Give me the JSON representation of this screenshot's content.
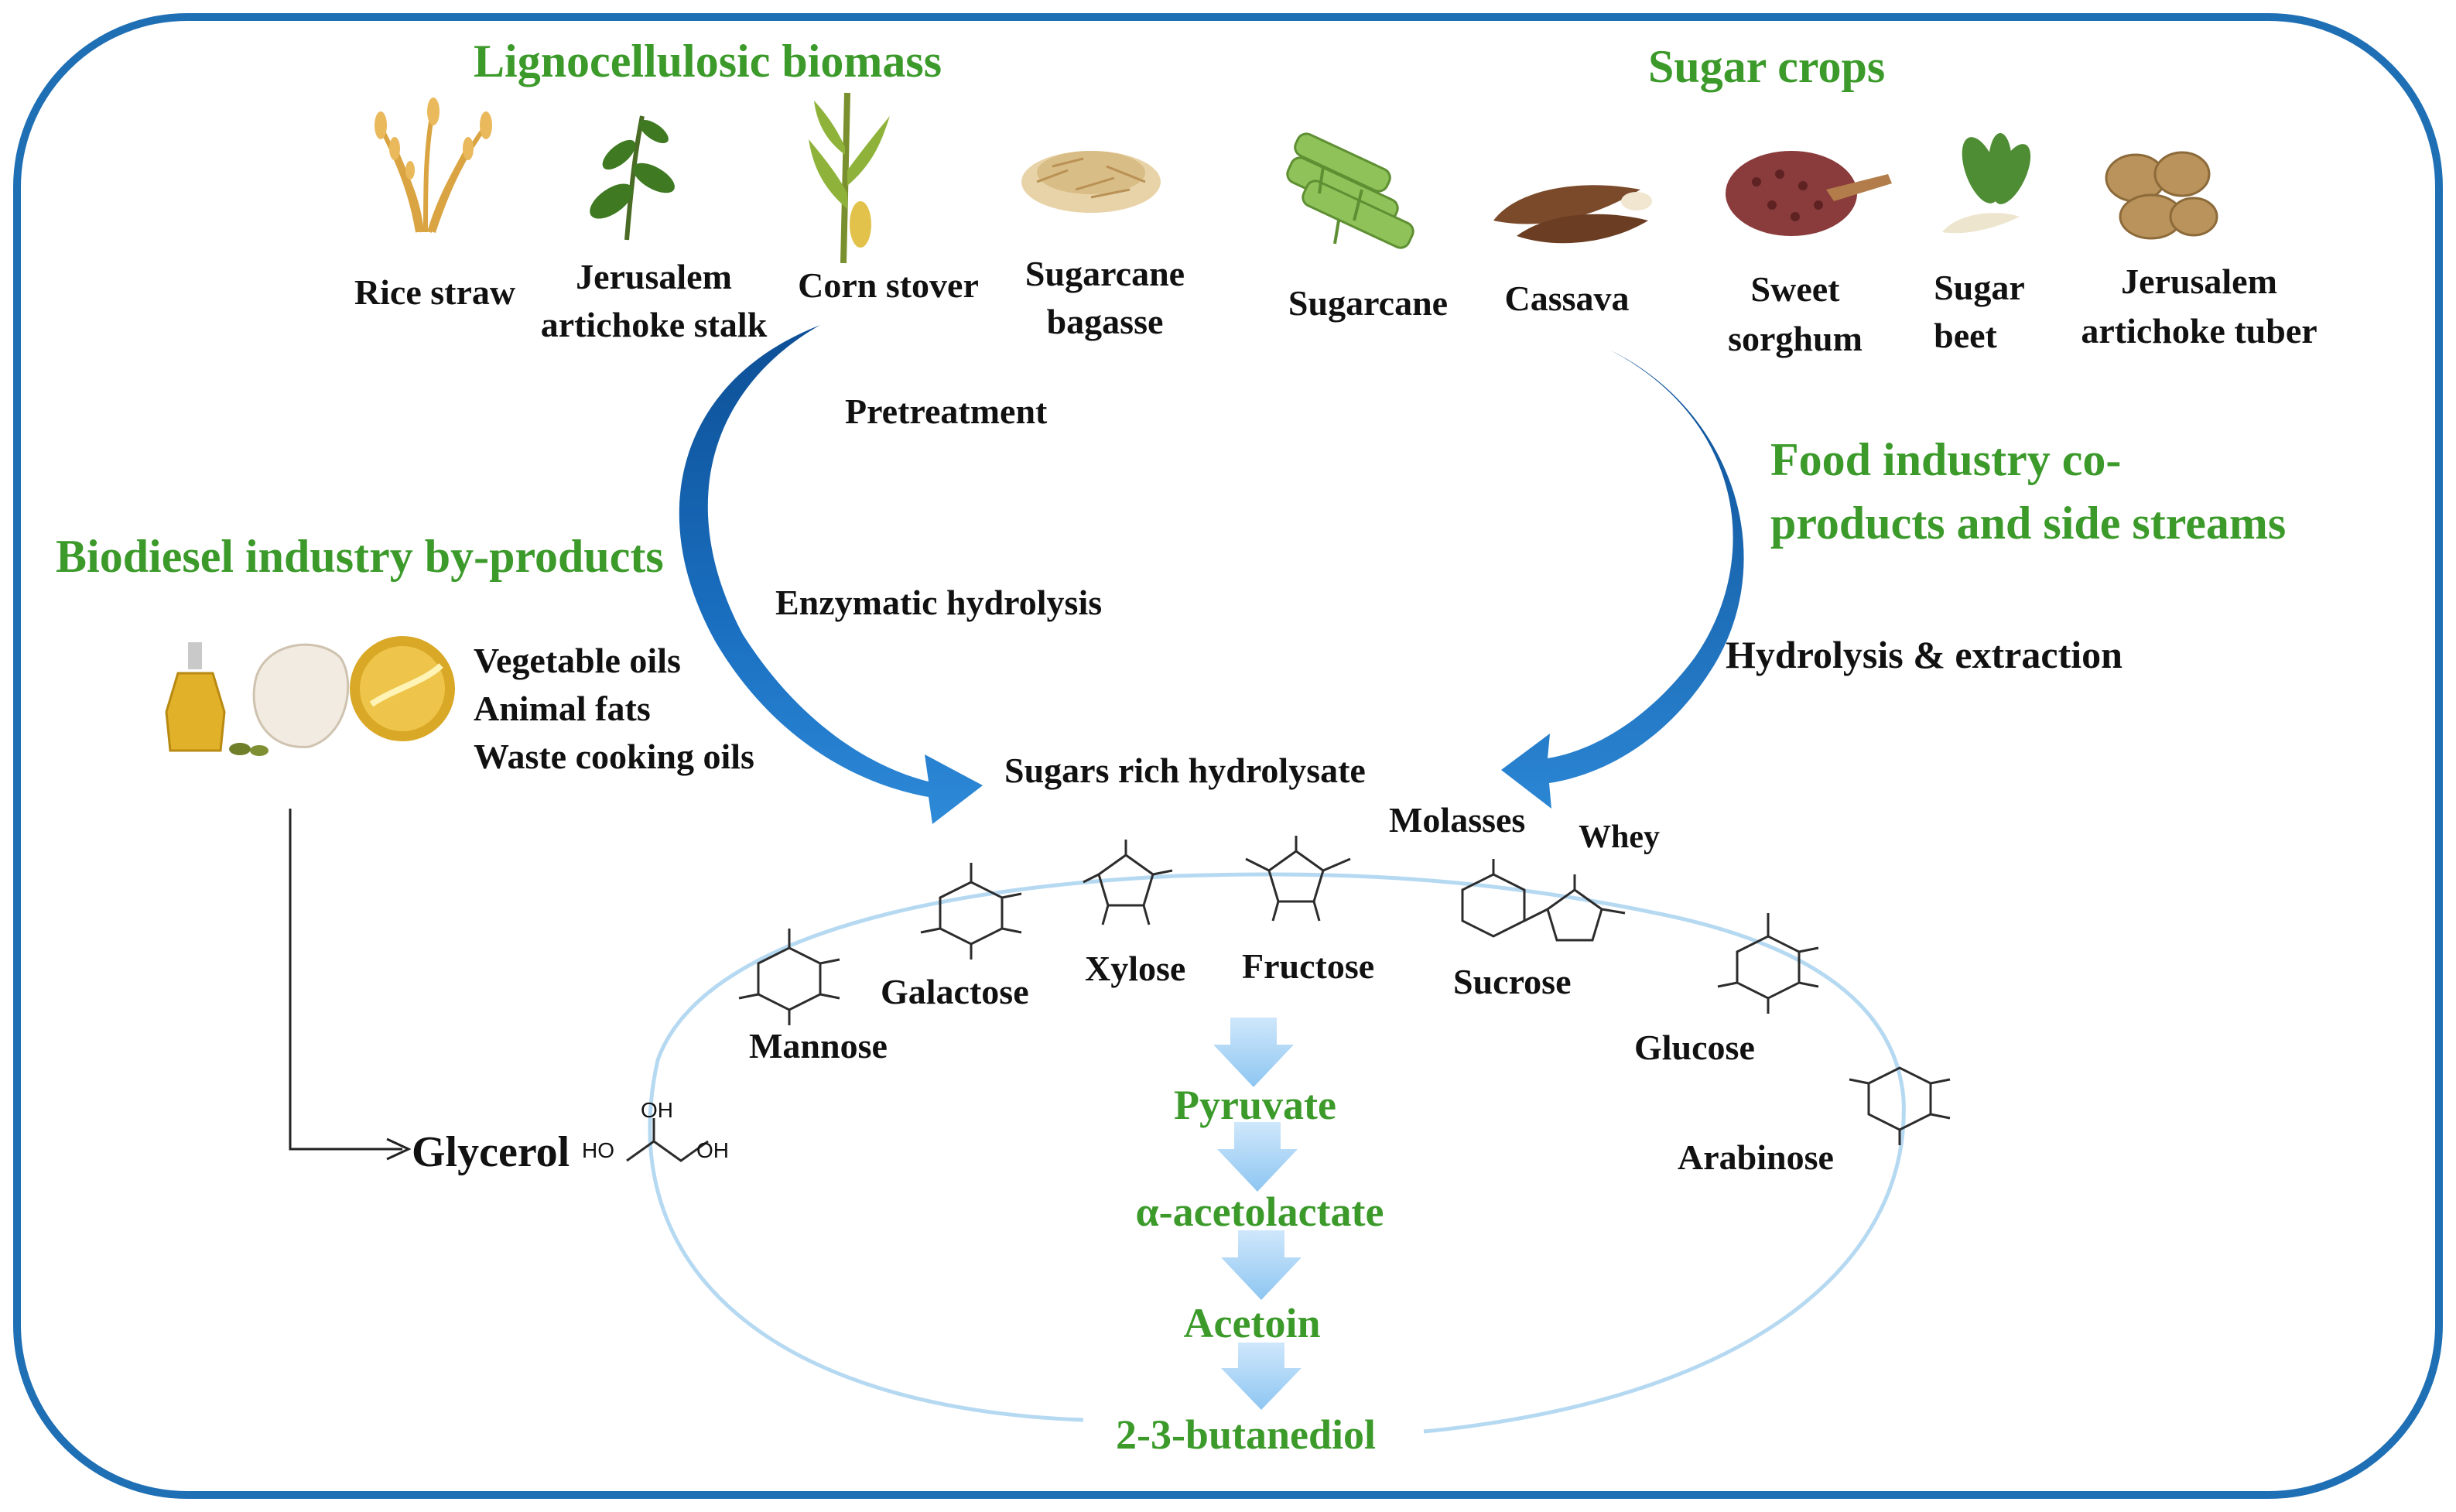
{
  "headings": {
    "lignocellulosic": "Lignocellulosic biomass",
    "sugar_crops": "Sugar crops",
    "biodiesel": "Biodiesel industry by-products",
    "food_industry_line1": "Food industry co-",
    "food_industry_line2": "products and side streams"
  },
  "lignocellulosic_items": [
    {
      "line1": "Rice straw",
      "line2": ""
    },
    {
      "line1": "Jerusalem",
      "line2": "artichoke stalk"
    },
    {
      "line1": "Corn stover",
      "line2": ""
    },
    {
      "line1": "Sugarcane",
      "line2": "bagasse"
    }
  ],
  "sugar_crop_items": [
    {
      "line1": "Sugarcane",
      "line2": ""
    },
    {
      "line1": "Cassava",
      "line2": ""
    },
    {
      "line1": "Sweet",
      "line2": "sorghum"
    },
    {
      "line1": "Sugar",
      "line2": "beet"
    },
    {
      "line1": "Jerusalem",
      "line2": "artichoke tuber"
    }
  ],
  "process": {
    "pretreatment": "Pretreatment",
    "enzymatic": "Enzymatic hydrolysis",
    "hydrolysis_extraction": "Hydrolysis & extraction",
    "hydrolysate": "Sugars rich hydrolysate",
    "molasses": "Molasses",
    "whey": "Whey"
  },
  "oils": [
    "Vegetable oils",
    "Animal fats",
    "Waste cooking oils"
  ],
  "sugars": {
    "mannose": "Mannose",
    "galactose": "Galactose",
    "xylose": "Xylose",
    "fructose": "Fructose",
    "sucrose": "Sucrose",
    "glucose": "Glucose",
    "arabinose": "Arabinose",
    "glycerol": "Glycerol"
  },
  "pathway": [
    "Pyruvate",
    "α-acetolactate",
    "Acetoin",
    "2-3-butanediol"
  ],
  "chem": {
    "oh": "OH",
    "ho": "HO"
  },
  "colors": {
    "frame": "#1f6fb5",
    "heading_green": "#3b9a2a",
    "arrow_blue": "#1565b0",
    "pathway_arrow": "#a9d4f5",
    "cycle_line": "#b6d9f2"
  }
}
